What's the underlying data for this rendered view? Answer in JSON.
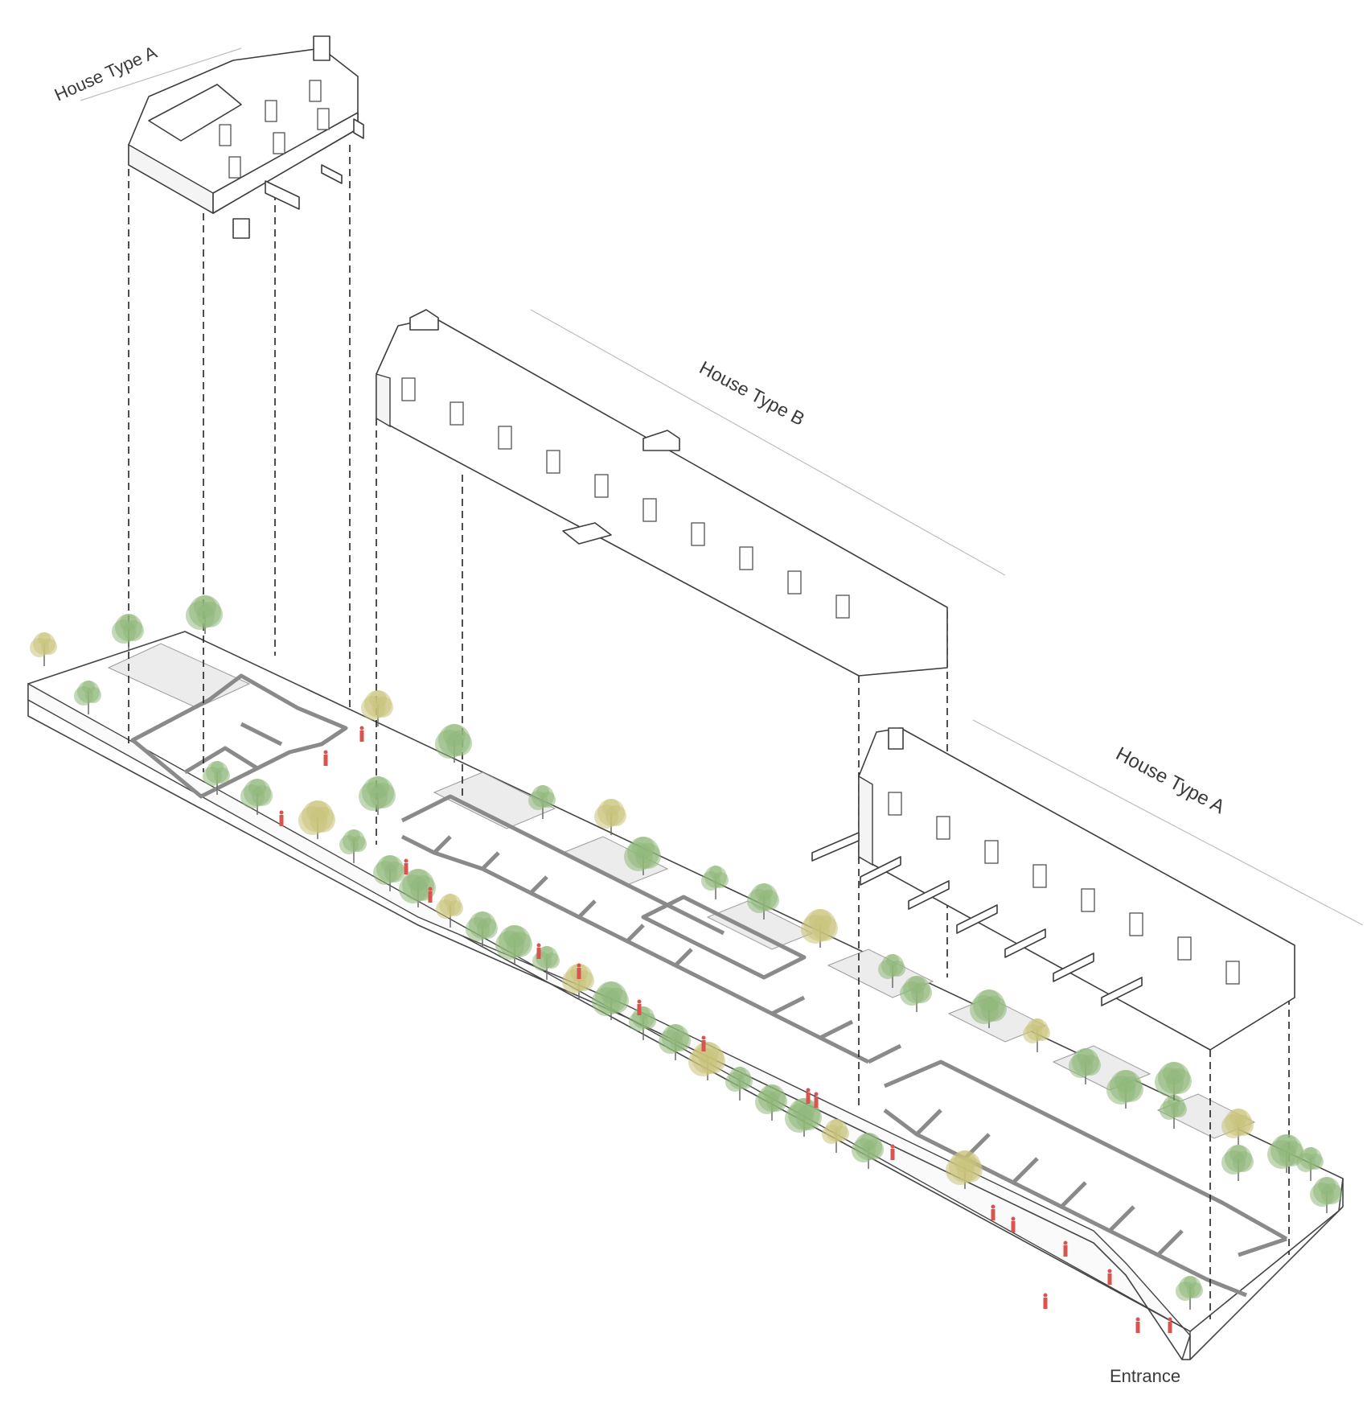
{
  "labels": {
    "house_type_a_top": "House Type A",
    "house_type_b": "House Type B",
    "house_type_a_right": "House Type A",
    "entrance": "Entrance"
  },
  "colors": {
    "background": "#ffffff",
    "line": "#3d3d3d",
    "wall_plan": "#8a8a8a",
    "yard": "#ececec",
    "tree_green": "#8fb87a",
    "tree_yellow": "#c9c27a",
    "figure_red": "#d9534f"
  }
}
